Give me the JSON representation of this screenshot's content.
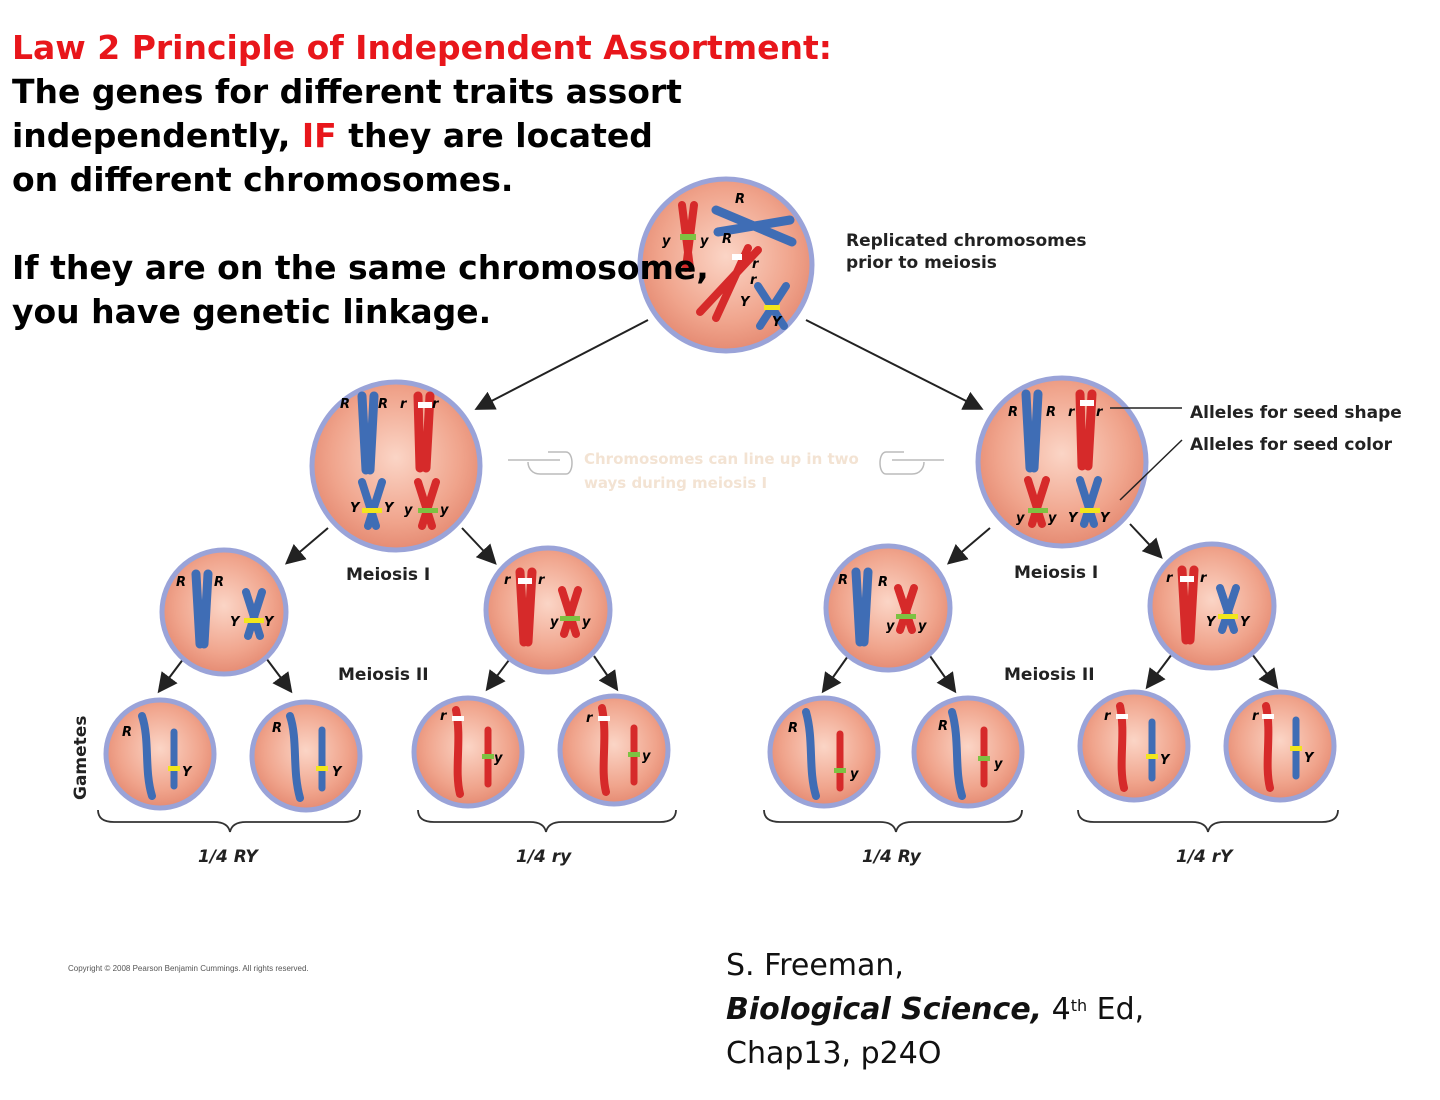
{
  "heading": {
    "law_title": "Law 2 Principle of Independent Assortment:",
    "line1": "The genes for different traits assort",
    "line2_pre": "independently, ",
    "line2_if": "IF",
    "line2_post": " they are located",
    "line3": "on different chromosomes.",
    "line4": "If they are on the same  chromosome,",
    "line5": "you have genetic linkage."
  },
  "diagram": {
    "top_label_1": "Replicated chromosomes",
    "top_label_2": "prior to meiosis",
    "note_1": "Chromosomes can line up in two",
    "note_2": "ways during meiosis I",
    "allele_shape": "Alleles for seed shape",
    "allele_color": "Alleles for seed color",
    "meiosis_1": "Meiosis I",
    "meiosis_2": "Meiosis II",
    "gametes": "Gametes",
    "fractions": [
      "1/4 RY",
      "1/4 ry",
      "1/4 Ry",
      "1/4 rY"
    ],
    "allele_R": "R",
    "allele_r": "r",
    "allele_Y": "Y",
    "allele_y": "y"
  },
  "copyright": "Copyright © 2008 Pearson Benjamin Cummings. All rights reserved.",
  "citation": {
    "author": "S. Freeman,",
    "book": "Biological Science,",
    "edition_num": " 4",
    "edition_sup": "th",
    "edition_rest": " Ed,",
    "chapter": "Chap13, p24O"
  },
  "colors": {
    "red_text": "#e8161b",
    "cell_fill": "#ee9f86",
    "cell_rim": "#9aa3d8",
    "blue_chromosome": "#3f6db5",
    "red_chromosome": "#d62a2a",
    "seed_color_band": "#7dc242",
    "seed_color_band_alt": "#f2e61b"
  }
}
